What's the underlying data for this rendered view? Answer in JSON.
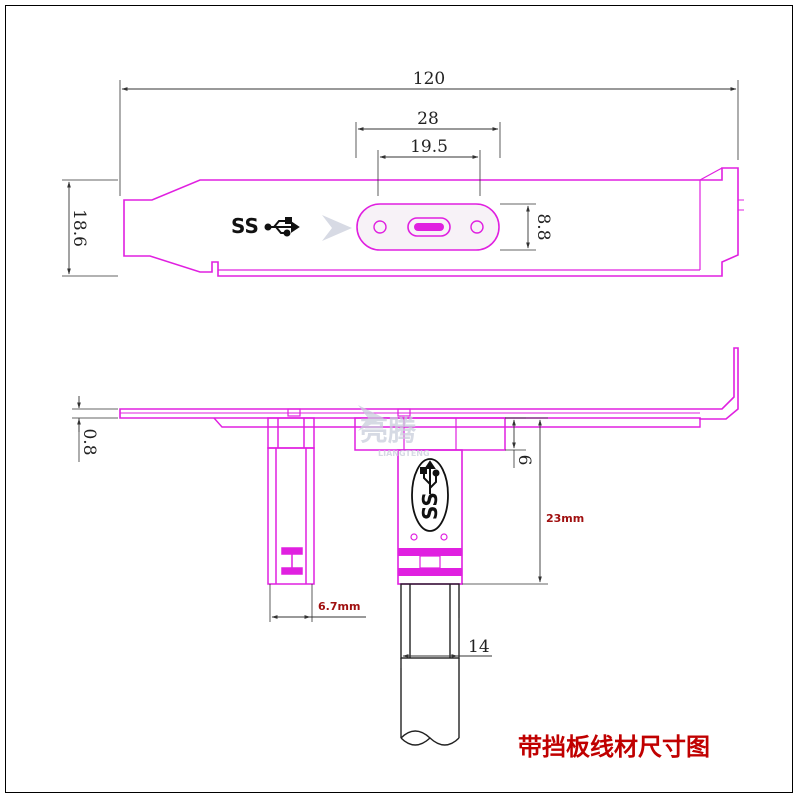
{
  "colors": {
    "outline": "#e020e0",
    "dimension_line": "#333333",
    "caption": "#c00000",
    "mm_label": "#a01010",
    "watermark": "#c9cedb"
  },
  "front_view": {
    "dim_overall_width": "120",
    "dim_outer": "28",
    "dim_inner": "19.5",
    "dim_port_height": "8.8",
    "dim_bracket_height": "18.6",
    "usb_ss_label": "SS",
    "usb_icon": "usb-trident-icon"
  },
  "side_view": {
    "dim_thickness": "0.8",
    "dim_plug_offset": "6",
    "dim_plug_length": "23mm",
    "dim_plug_width": "6.7mm",
    "dim_cable_diameter": "14",
    "plug_ss_label": "SS"
  },
  "watermark": {
    "text_cn": "亮腾",
    "text_en": "LIANGTENG"
  },
  "caption": "带挡板线材尺寸图"
}
